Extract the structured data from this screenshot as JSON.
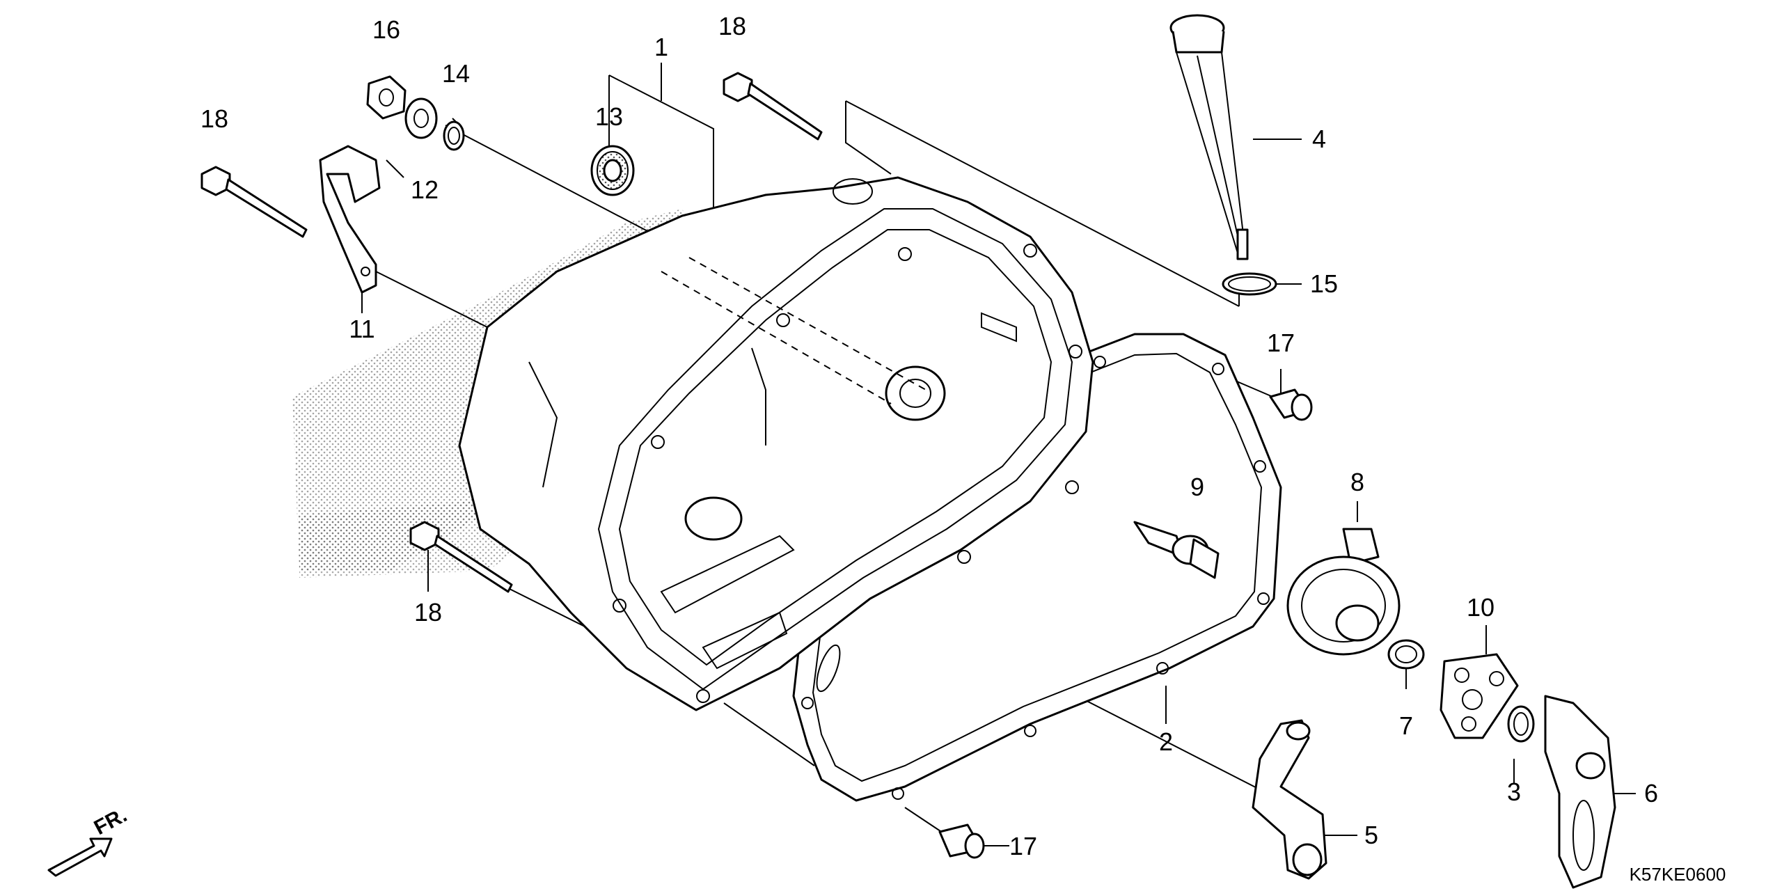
{
  "diagram": {
    "drawing_code": "K57KE0600",
    "direction_label": "FR.",
    "callouts": [
      {
        "id": "c1",
        "label": "1"
      },
      {
        "id": "c2",
        "label": "2"
      },
      {
        "id": "c3",
        "label": "3"
      },
      {
        "id": "c4",
        "label": "4"
      },
      {
        "id": "c5",
        "label": "5"
      },
      {
        "id": "c6",
        "label": "6"
      },
      {
        "id": "c7",
        "label": "7"
      },
      {
        "id": "c8",
        "label": "8"
      },
      {
        "id": "c9",
        "label": "9"
      },
      {
        "id": "c10",
        "label": "10"
      },
      {
        "id": "c11",
        "label": "11"
      },
      {
        "id": "c12",
        "label": "12"
      },
      {
        "id": "c13",
        "label": "13"
      },
      {
        "id": "c14",
        "label": "14"
      },
      {
        "id": "c15",
        "label": "15"
      },
      {
        "id": "c16",
        "label": "16"
      },
      {
        "id": "c17a",
        "label": "17"
      },
      {
        "id": "c17b",
        "label": "17"
      },
      {
        "id": "c18a",
        "label": "18"
      },
      {
        "id": "c18b",
        "label": "18"
      },
      {
        "id": "c18c",
        "label": "18"
      }
    ]
  }
}
